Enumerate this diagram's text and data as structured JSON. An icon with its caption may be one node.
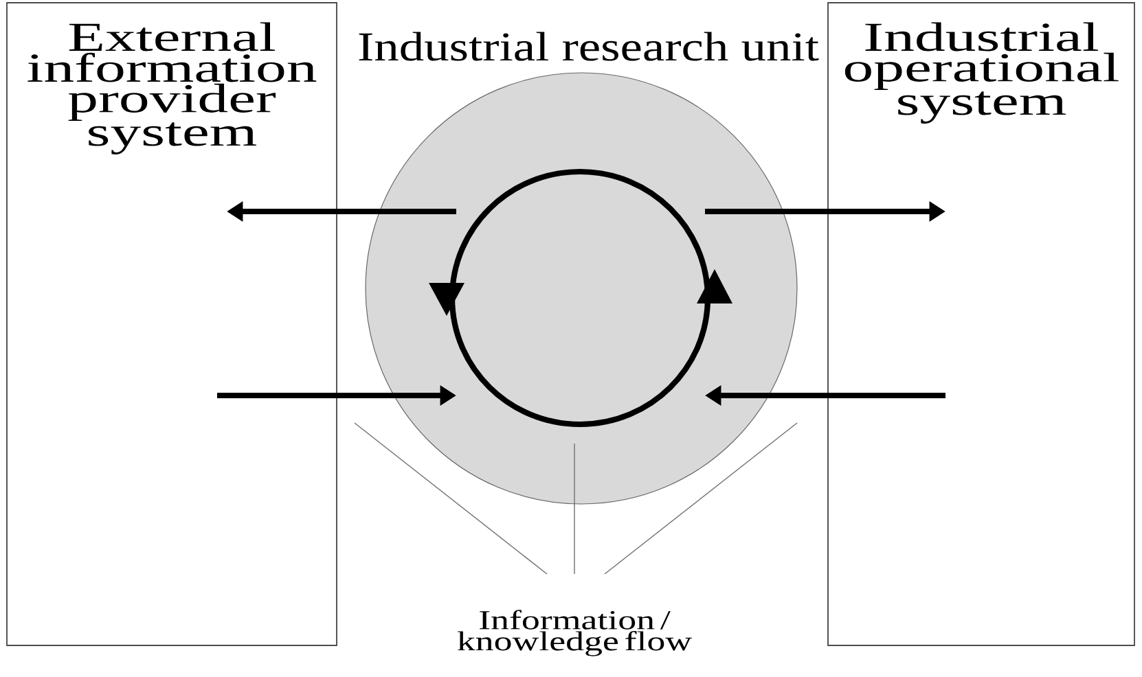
{
  "diagram": {
    "nodes": [
      {
        "text": [
          "External information provider system"
        ]
      },
      {
        "text": [
          "Industrial research unit"
        ]
      },
      {
        "text": [
          "Industrial operational system"
        ]
      },
      {
        "text": [
          "Information / knowledge flow"
        ]
      }
    ],
    "edges": [
      {
        "from": 1,
        "to": 0,
        "arrow": "to"
      },
      {
        "from": 0,
        "to": 1,
        "arrow": "to"
      },
      {
        "from": 1,
        "to": 2,
        "arrow": "to"
      },
      {
        "from": 2,
        "to": 1,
        "arrow": "to"
      },
      {
        "from": 3,
        "to": null,
        "arrow": "none",
        "color": "#707070"
      },
      {
        "from": 3,
        "to": 1,
        "arrow": "none",
        "color": "#707070"
      },
      {
        "from": 3,
        "to": null,
        "arrow": "none",
        "color": "#707070"
      }
    ]
  }
}
